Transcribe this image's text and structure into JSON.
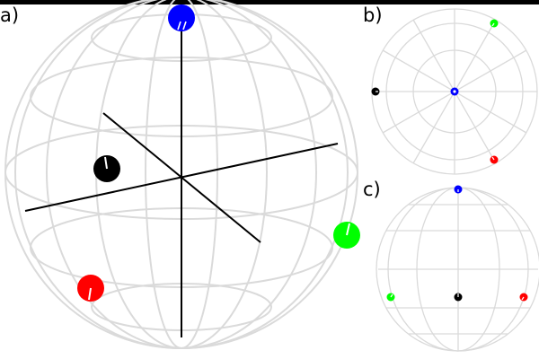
{
  "panels": {
    "a": {
      "label": "a)"
    },
    "b": {
      "label": "b)"
    },
    "c": {
      "label": "c)"
    }
  },
  "points": [
    {
      "name": "blue-point",
      "color": "#0000ff"
    },
    {
      "name": "black-point",
      "color": "#000000"
    },
    {
      "name": "green-point",
      "color": "#00ff00"
    },
    {
      "name": "red-point",
      "color": "#ff0000"
    }
  ],
  "colors": {
    "wireframe": "#dadada",
    "axes": "#000000",
    "marker_tick": "#ffffff"
  }
}
